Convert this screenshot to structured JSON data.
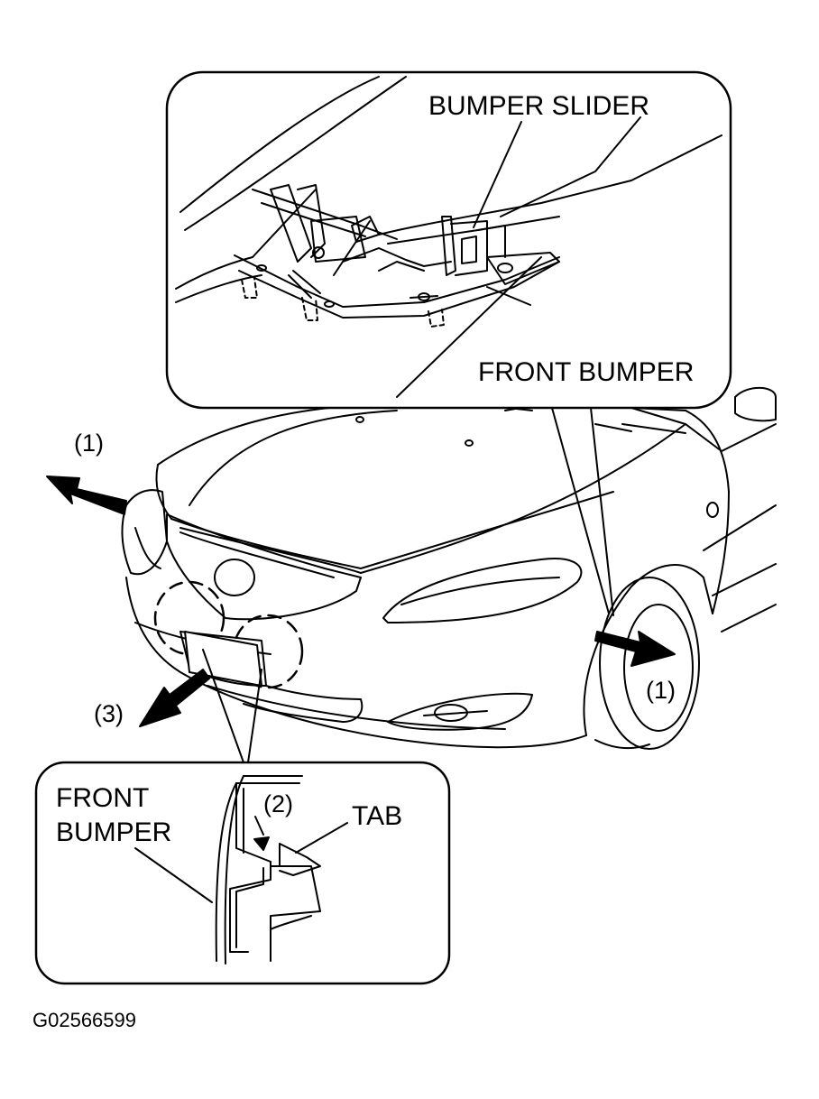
{
  "callouts": {
    "bumper_slider": "BUMPER SLIDER",
    "front_bumper_top": "FRONT BUMPER",
    "front_bumper_bottom_line1": "FRONT",
    "front_bumper_bottom_line2": "BUMPER",
    "tab": "TAB"
  },
  "steps": {
    "step1_left": "(1)",
    "step1_right": "(1)",
    "step2": "(2)",
    "step3": "(3)"
  },
  "figure_code": "G02566599",
  "colors": {
    "ink": "#000000",
    "paper": "#ffffff"
  }
}
